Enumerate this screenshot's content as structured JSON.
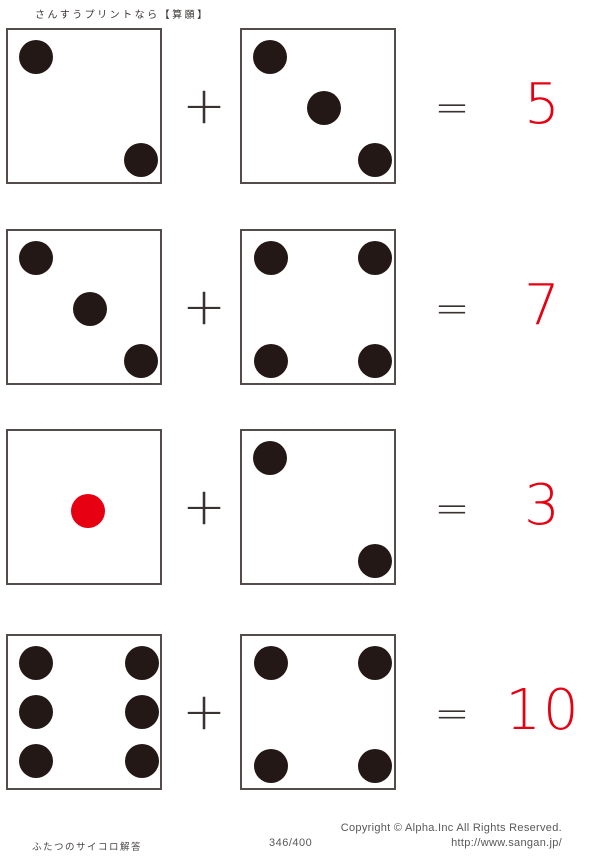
{
  "header": {
    "title": "さんすうプリントなら【算願】"
  },
  "operators": {
    "plus": "+",
    "equals": "="
  },
  "colors": {
    "pip_black": "#231815",
    "pip_red": "#e60012",
    "answer_red": "#e60012",
    "die_border": "#544b4b",
    "operator": "#3a3231",
    "footer_gray": "#595757"
  },
  "problems": [
    {
      "dice": [
        {
          "pips": 2,
          "pip_color": "#231815"
        },
        {
          "pips": 3,
          "pip_color": "#231815"
        }
      ],
      "answer": "5"
    },
    {
      "dice": [
        {
          "pips": 3,
          "pip_color": "#231815"
        },
        {
          "pips": 4,
          "pip_color": "#231815"
        }
      ],
      "answer": "7"
    },
    {
      "dice": [
        {
          "pips": 1,
          "pip_color": "#e60012"
        },
        {
          "pips": 2,
          "pip_color": "#231815"
        }
      ],
      "answer": "3"
    },
    {
      "dice": [
        {
          "pips": 6,
          "pip_color": "#231815"
        },
        {
          "pips": 4,
          "pip_color": "#231815"
        }
      ],
      "answer": "10"
    }
  ],
  "footer": {
    "left_label": "ふたつのサイコロ解答",
    "page_number": "346/400",
    "copyright": "Copyright ©  Alpha.Inc All Rights Reserved.",
    "url": "http://www.sangan.jp/"
  }
}
